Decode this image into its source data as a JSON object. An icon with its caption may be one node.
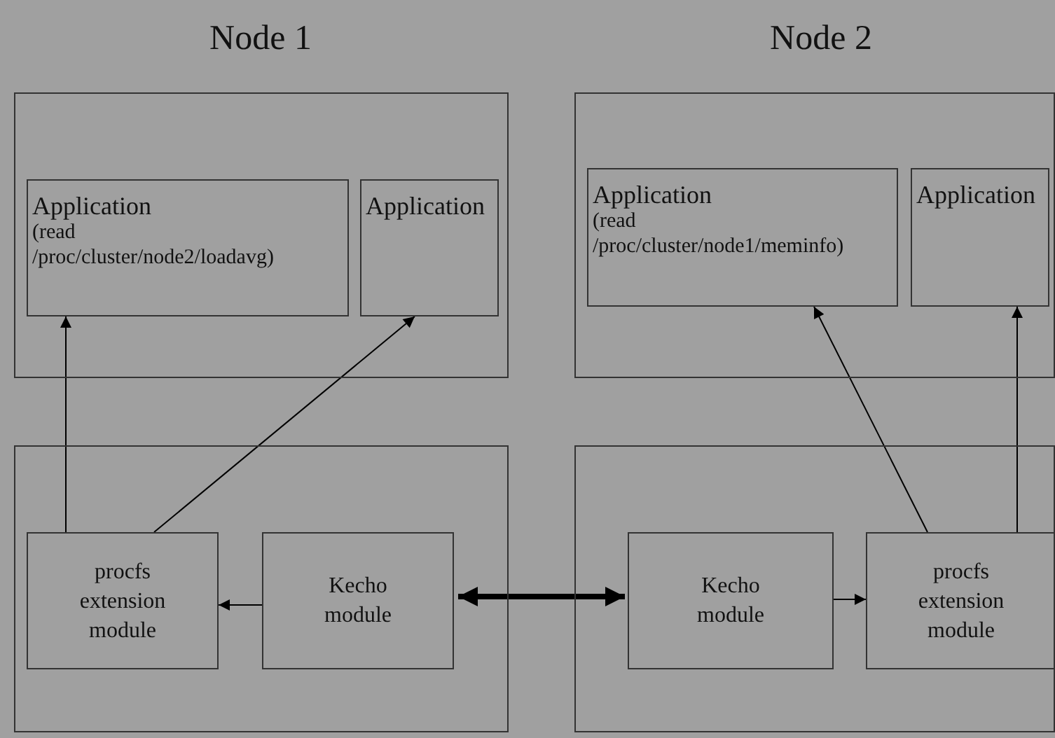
{
  "diagram": {
    "nodes": [
      {
        "text": [],
        "shape": "box"
      },
      {
        "text": [
          "Application",
          "(read /proc/cluster/node2/loadavg)"
        ],
        "in": 0
      },
      {
        "text": [
          "Application"
        ],
        "in": 0
      },
      {
        "text": [],
        "shape": "box"
      },
      {
        "text": [
          "Application",
          "(read /proc/cluster/node1/meminfo)"
        ],
        "in": 3
      },
      {
        "text": [
          "Application"
        ],
        "in": 3
      },
      {
        "text": [],
        "shape": "box"
      },
      {
        "text": [
          "procfs extension module"
        ],
        "in": 6
      },
      {
        "text": [
          "Kecho module"
        ],
        "in": 6
      },
      {
        "text": [],
        "shape": "box"
      },
      {
        "text": [
          "Kecho module"
        ],
        "in": 9
      },
      {
        "text": [
          "procfs extension module"
        ],
        "in": 9
      }
    ],
    "edges": [
      {
        "from": 7,
        "to": 1,
        "arrow": "to"
      },
      {
        "from": 7,
        "to": 2,
        "arrow": "to"
      },
      {
        "from": 8,
        "to": 7,
        "arrow": "to"
      },
      {
        "from": 8,
        "to": 10,
        "arrow": "both",
        "style": "thick"
      },
      {
        "from": 10,
        "to": 11,
        "arrow": "to"
      },
      {
        "from": 11,
        "to": 4,
        "arrow": "to"
      },
      {
        "from": 11,
        "to": 5,
        "arrow": "to"
      }
    ],
    "labels": [
      "Node 1",
      "Node 2"
    ]
  }
}
